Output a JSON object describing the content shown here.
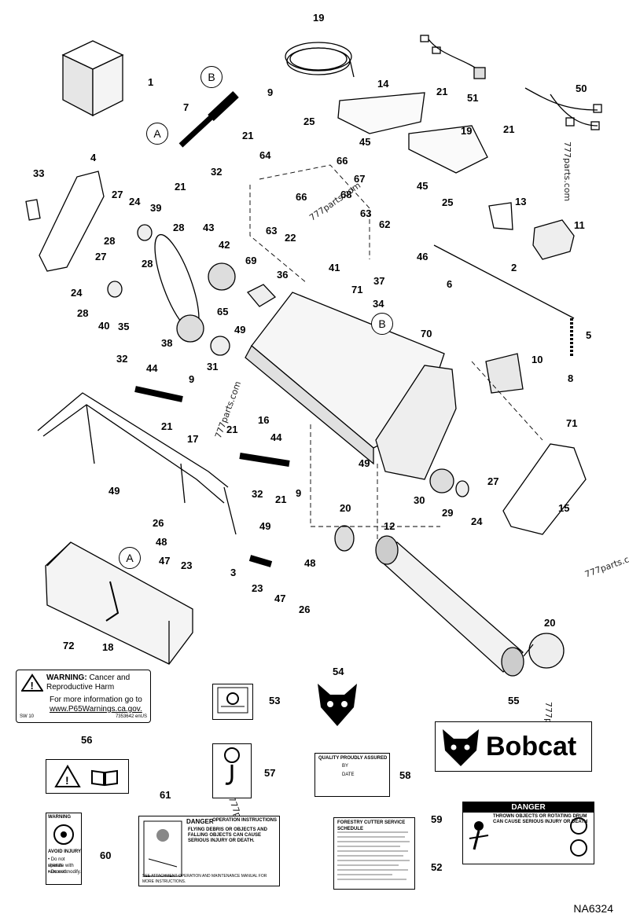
{
  "reference": "NA6324",
  "watermark": "777parts.com",
  "detail_markers": [
    "A",
    "B"
  ],
  "callouts": {
    "c1": "1",
    "c2": "2",
    "c3": "3",
    "c4": "4",
    "c5": "5",
    "c6": "6",
    "c7": "7",
    "c8": "8",
    "c9": "9",
    "c10": "10",
    "c11": "11",
    "c12": "12",
    "c13": "13",
    "c14": "14",
    "c15": "15",
    "c16": "16",
    "c17": "17",
    "c18": "18",
    "c19": "19",
    "c20": "20",
    "c21": "21",
    "c22": "22",
    "c23": "23",
    "c24": "24",
    "c25": "25",
    "c26": "26",
    "c27": "27",
    "c28": "28",
    "c29": "29",
    "c30": "30",
    "c31": "31",
    "c32": "32",
    "c33": "33",
    "c34": "34",
    "c35": "35",
    "c36": "36",
    "c37": "37",
    "c38": "38",
    "c39": "39",
    "c40": "40",
    "c41": "41",
    "c42": "42",
    "c43": "43",
    "c44": "44",
    "c45": "45",
    "c46": "46",
    "c47": "47",
    "c48": "48",
    "c49": "49",
    "c50": "50",
    "c51": "51",
    "c52": "52",
    "c53": "53",
    "c54": "54",
    "c55": "55",
    "c56": "56",
    "c57": "57",
    "c58": "58",
    "c59": "59",
    "c60": "60",
    "c61": "61",
    "c62": "62",
    "c63": "63",
    "c64": "64",
    "c65": "65",
    "c66": "66",
    "c67": "67",
    "c68": "68",
    "c69": "69",
    "c70": "70",
    "c71": "71",
    "c72": "72"
  },
  "decals": {
    "prop65": {
      "heading": "WARNING:",
      "line1": "Cancer and",
      "line2": "Reproductive Harm",
      "line3": "For more information go to",
      "url": "www.P65Warnings.ca.gov.",
      "code_left": "SW 10",
      "code_right": "7353642 enUS"
    },
    "brand": {
      "name": "Bobcat"
    },
    "quality": {
      "title": "QUALITY PROUDLY ASSURED",
      "field_by": "BY",
      "field_date": "DATE"
    },
    "danger_small": {
      "heading": "DANGER",
      "line1": "FLYING DEBRIS OR OBJECTS AND",
      "line2": "FALLING OBJECTS CAN CAUSE",
      "line3": "SERIOUS INJURY OR DEATH.",
      "side_title": "OPERATION INSTRUCTIONS",
      "footer": "SEE ATTACHMENT OPERATION AND MAINTENANCE MANUAL FOR MORE INSTRUCTIONS."
    },
    "service": {
      "title": "FORESTRY CUTTER SERVICE SCHEDULE"
    },
    "danger_large": {
      "heading": "DANGER",
      "line1": "THROWN OBJECTS OR ROTATING DRUM",
      "line2": "CAN CAUSE SERIOUS INJURY OR DEATH"
    },
    "warning_small": {
      "heading": "WARNING",
      "caption": "AVOID INJURY",
      "bullet1": "• Do not operate with",
      "bullet1b": "shields removed.",
      "bullet2": "• Do not modify."
    }
  }
}
